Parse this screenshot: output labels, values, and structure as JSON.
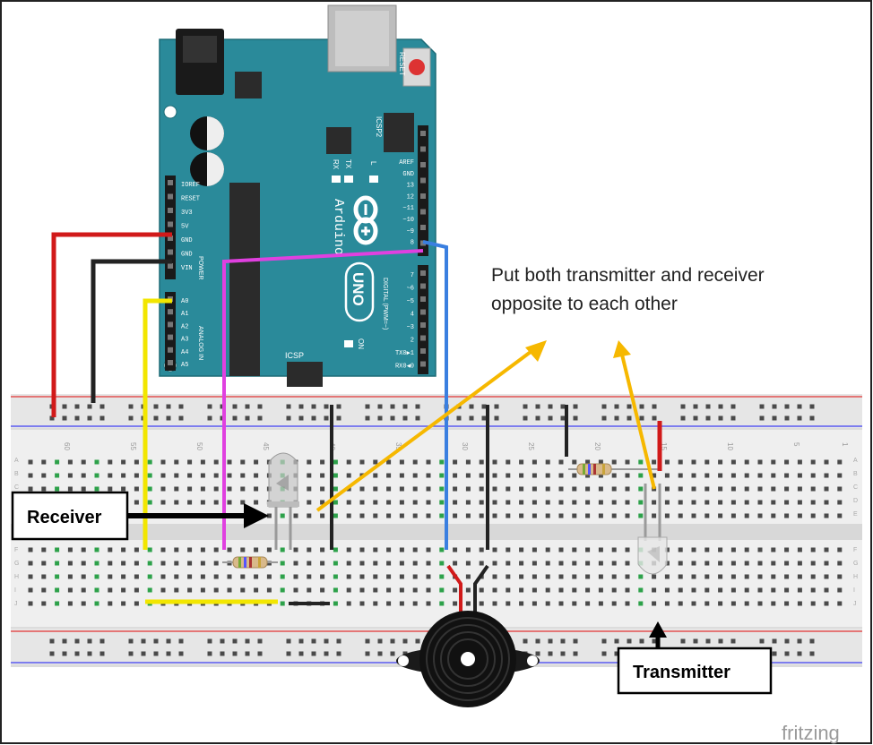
{
  "annotation": {
    "line1": "Put both transmitter and receiver",
    "line2": "opposite to each other"
  },
  "callouts": {
    "receiver": "Receiver",
    "transmitter": "Transmitter"
  },
  "branding": {
    "watermark": "fritzing"
  },
  "arduino": {
    "logo_text": "Arduino",
    "model": "UNO",
    "reset_label": "RESET",
    "icsp_label": "ICSP",
    "icsp2_label": "ICSP2",
    "digital_label": "DIGITAL (PWM=~)",
    "power_label": "POWER",
    "analog_label": "ANALOG IN",
    "on_label": "ON",
    "tx_label": "TX",
    "rx_label": "RX",
    "l_label": "L",
    "power_pins": [
      "IOREF",
      "RESET",
      "3V3",
      "5V",
      "GND",
      "GND",
      "VIN"
    ],
    "analog_pins": [
      "A0",
      "A1",
      "A2",
      "A3",
      "A4",
      "A5"
    ],
    "digital_top_pins": [
      "AREF",
      "GND",
      "13",
      "12",
      "~11",
      "~10",
      "~9",
      "8"
    ],
    "digital_bottom_pins": [
      "7",
      "~6",
      "~5",
      "4",
      "~3",
      "2",
      "TX0▶1",
      "RX0◀0"
    ]
  },
  "breadboard": {
    "column_numbers_top": [
      "60",
      "55",
      "50",
      "45",
      "40",
      "35",
      "30",
      "25",
      "20",
      "15",
      "10",
      "5",
      "1"
    ],
    "row_letters_top": [
      "A",
      "B",
      "C",
      "D",
      "E"
    ],
    "row_letters_bottom": [
      "F",
      "G",
      "H",
      "I",
      "J"
    ]
  },
  "colors": {
    "board_teal": "#2a8a9a",
    "wire_red": "#d11a1a",
    "wire_black": "#222222",
    "wire_yellow": "#f2e600",
    "wire_magenta": "#e040e0",
    "wire_blue": "#3a7fe0",
    "arrow_orange": "#f6b800",
    "rail_red": "#e35050",
    "rail_blue": "#5a5af0"
  }
}
